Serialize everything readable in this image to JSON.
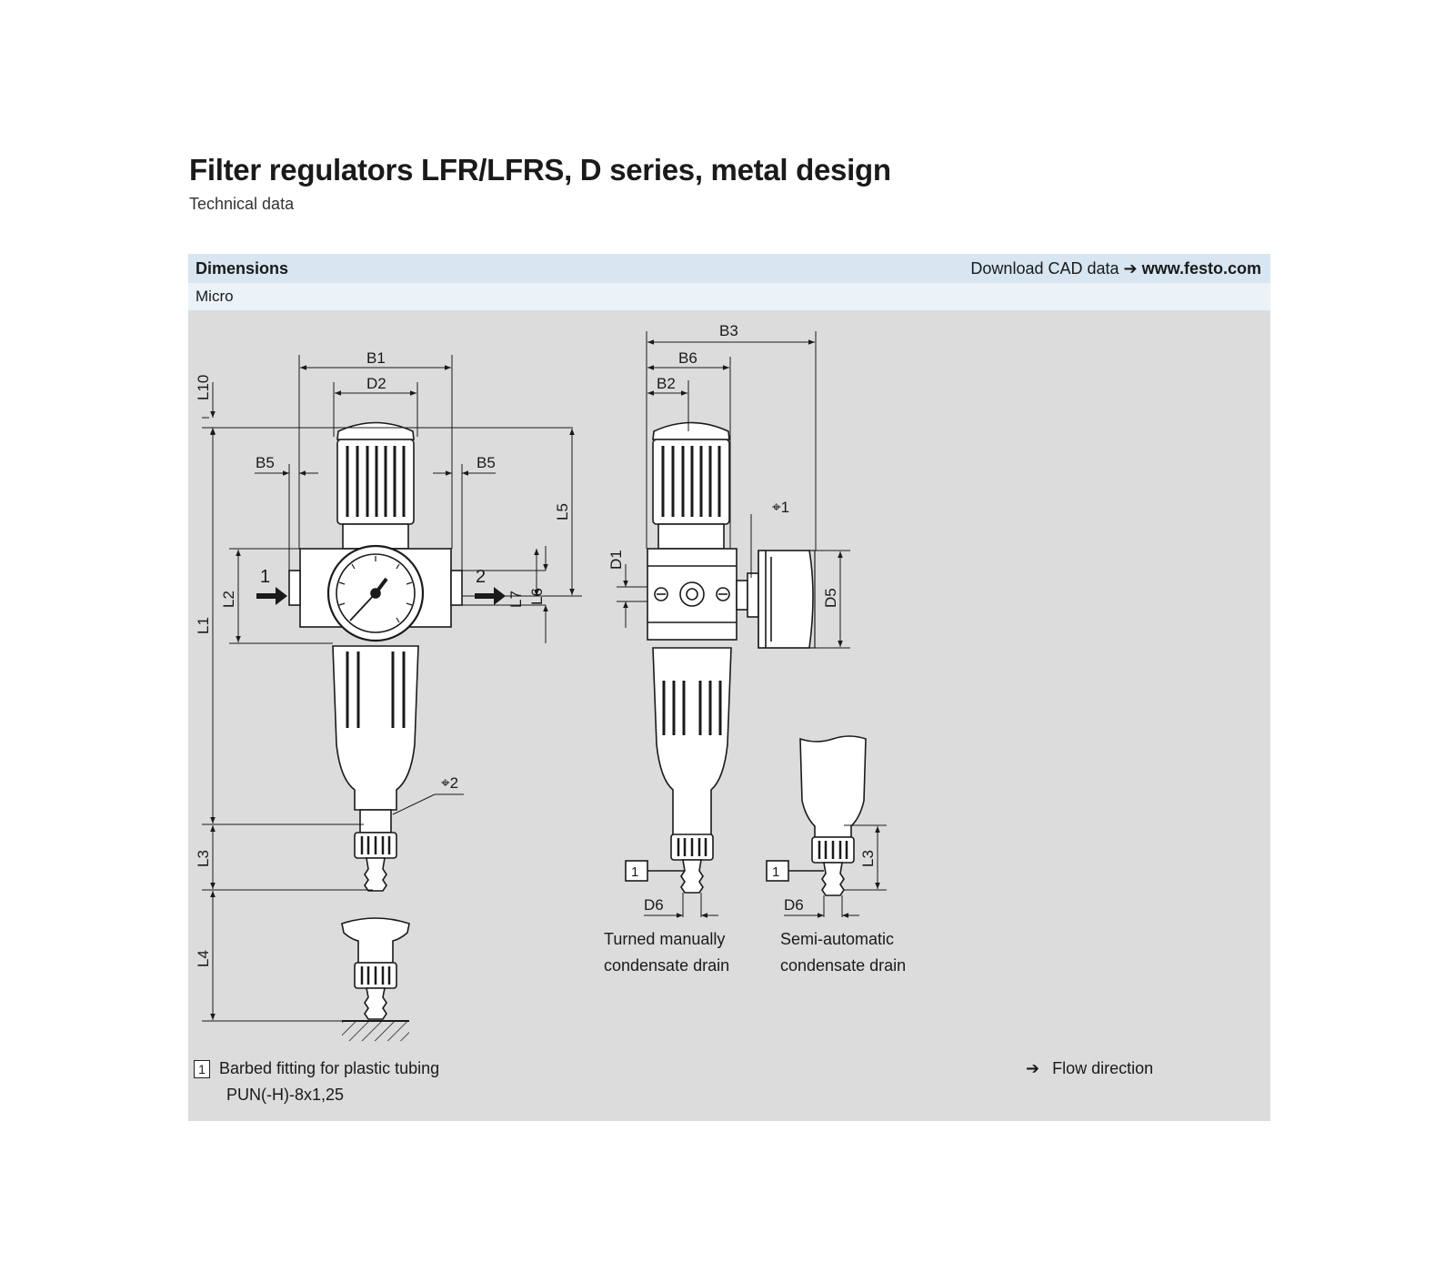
{
  "page": {
    "title": "Filter regulators LFR/LFRS, D series, metal design",
    "subtitle": "Technical data"
  },
  "header": {
    "section": "Dimensions",
    "download_label": "Download CAD data",
    "download_arrow": "➔",
    "download_site": "www.festo.com",
    "variant": "Micro"
  },
  "dimensions": {
    "B1": "B1",
    "D2": "D2",
    "B5": "B5",
    "L10": "L10",
    "L1": "L1",
    "L2": "L2",
    "L3": "L3",
    "L4": "L4",
    "L5": "L5",
    "L6": "L6",
    "L7": "L7",
    "B3": "B3",
    "B6": "B6",
    "B2": "B2",
    "D1": "D1",
    "D5": "D5",
    "D6": "D6",
    "W1": "⌖1",
    "W2": "⌖2",
    "port1": "1",
    "port2": "2"
  },
  "captions": {
    "manual_drain_line1": "Turned manually",
    "manual_drain_line2": "condensate drain",
    "semi_drain_line1": "Semi-automatic",
    "semi_drain_line2": "condensate drain"
  },
  "legend": {
    "item_number": "1",
    "item_text_line1": "Barbed fitting for plastic tubing",
    "item_text_line2": "PUN(-H)-8x1,25",
    "flow_arrow": "➔",
    "flow_text": "Flow direction"
  },
  "colors": {
    "header_bar": "#d7e6f1",
    "sub_bar": "#ebf2f8",
    "panel": "#dcdcdc",
    "line": "#1a1a1a"
  }
}
